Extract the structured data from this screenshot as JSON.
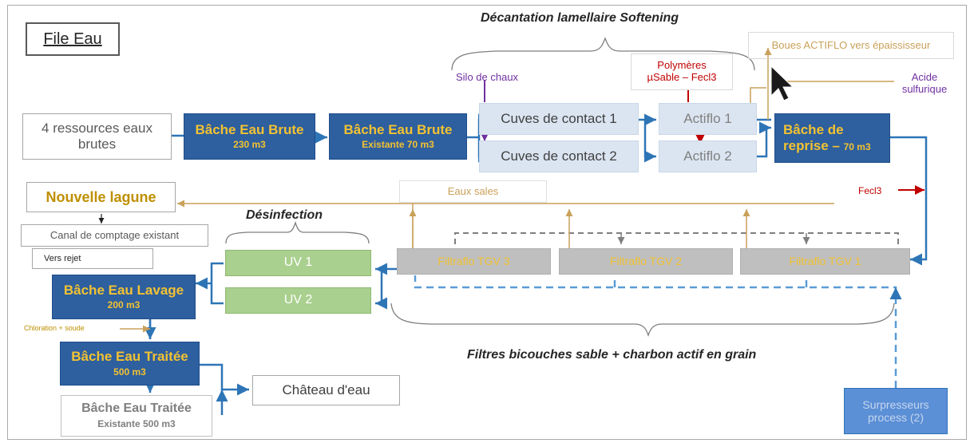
{
  "title": "File Eau",
  "captions": {
    "softening": "Décantation lamellaire Softening",
    "desinfection": "Désinfection",
    "filtres": "Filtres bicouches sable + charbon actif en grain"
  },
  "nodes": {
    "ressources": "4 ressources eaux brutes",
    "bache_brute_230": {
      "line1": "Bâche Eau Brute",
      "line2": "230 m3"
    },
    "bache_brute_70": {
      "line1": "Bâche Eau Brute",
      "line2": "Existante 70 m3"
    },
    "cuves1": "Cuves de contact 1",
    "cuves2": "Cuves de contact 2",
    "actiflo1": "Actiflo 1",
    "actiflo2": "Actiflo 2",
    "bache_reprise": {
      "line1": "Bâche de",
      "line2a": "reprise – ",
      "line2b": "70 m3"
    },
    "nouvelle_lagune": "Nouvelle lagune",
    "canal": "Canal de comptage existant",
    "vers_rejet": "Vers rejet",
    "uv1": "UV 1",
    "uv2": "UV 2",
    "filtraflo3": "Filtraflo TGV 3",
    "filtraflo2": "Filtraflo TGV 2",
    "filtraflo1": "Filtraflo TGV 1",
    "bache_lavage": {
      "line1": "Bâche Eau Lavage",
      "line2": "200 m3"
    },
    "bache_traitee": {
      "line1": "Bâche Eau Traitée",
      "line2": "500 m3"
    },
    "bache_traitee_exist": {
      "line1": "Bâche Eau Traitée",
      "line2": "Existante 500 m3"
    },
    "chateau": "Château d'eau",
    "surpresseurs": "Surpresseurs process (2)"
  },
  "labels": {
    "silo": "Silo de chaux",
    "polymeres_1": "Polymères",
    "polymeres_2": "µSable – Fecl3",
    "boues": "Boues ACTIFLO vers épaississeur",
    "acide_1": "Acide",
    "acide_2": "sulfurique",
    "eaux_sales": "Eaux sales",
    "fecl3": "Fecl3",
    "chloration": "Chloration + soude"
  },
  "colors": {
    "dark_box": "#2e5f9e",
    "accent_yellow": "#f2c232",
    "flow_blue": "#2e75b6",
    "dirty_water": "#c9a15a",
    "reagent_red": "#c00000",
    "lime_purple": "#7030a0"
  }
}
